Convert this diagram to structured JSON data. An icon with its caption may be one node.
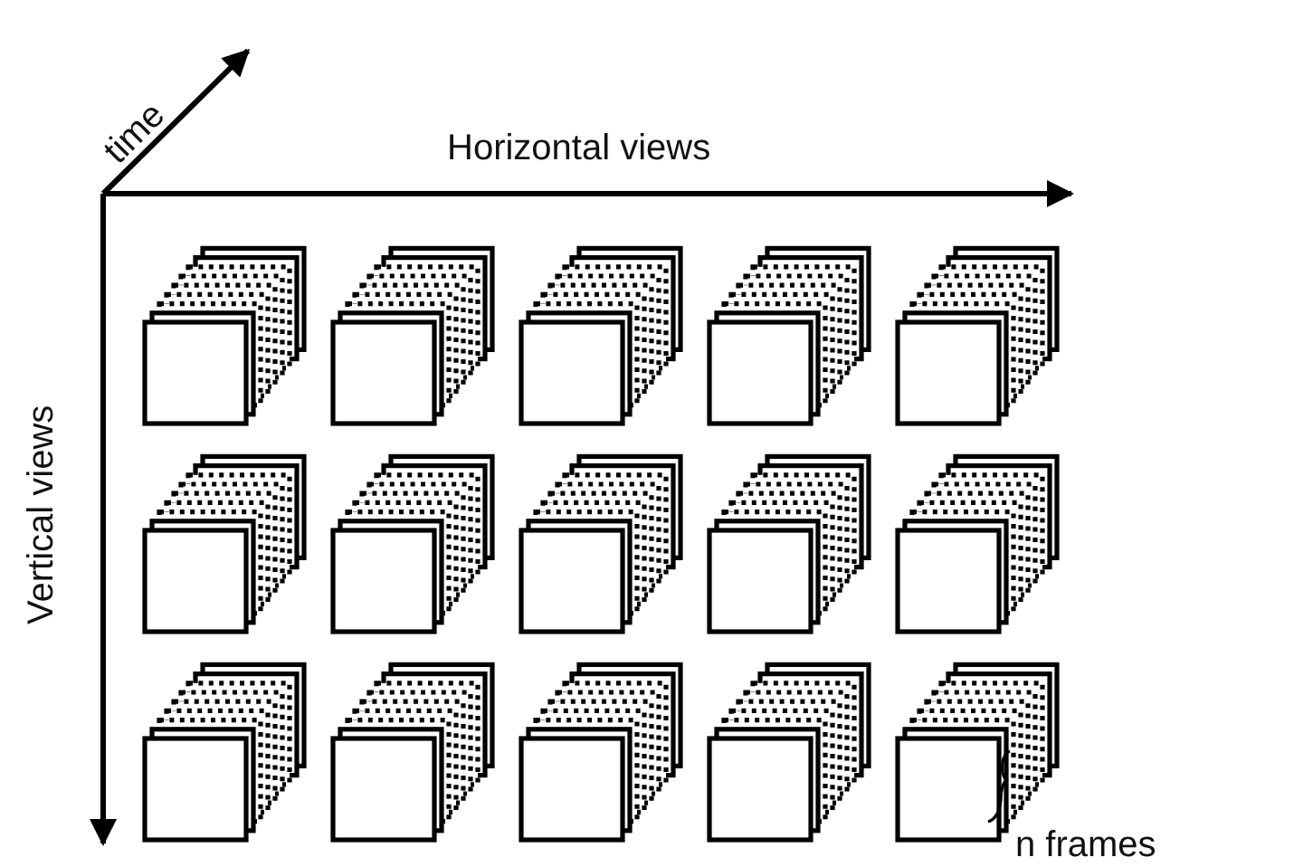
{
  "diagram": {
    "labels": [
      "time",
      "Horizontal views",
      "Vertical views",
      "n frames"
    ]
  }
}
